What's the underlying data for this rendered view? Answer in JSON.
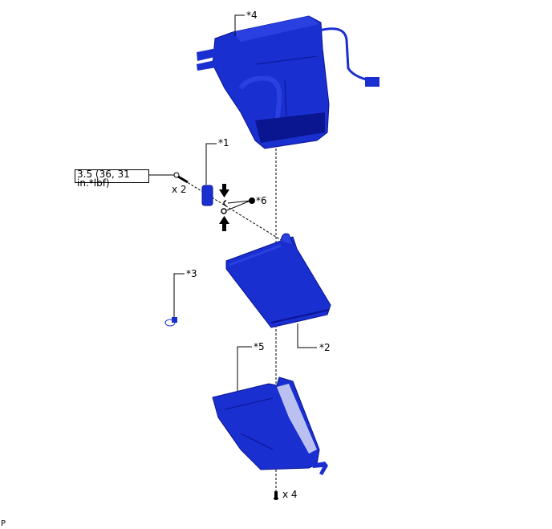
{
  "diagram": {
    "type": "exploded-parts-view",
    "colors": {
      "part": "#1a2fd0",
      "part_dark": "#0a1590",
      "line": "#000000"
    },
    "callouts": [
      {
        "id": "*4",
        "text": "*4"
      },
      {
        "id": "*1",
        "text": "*1"
      },
      {
        "id": "*6",
        "text": "*6"
      },
      {
        "id": "*3",
        "text": "*3"
      },
      {
        "id": "*2",
        "text": "*2"
      },
      {
        "id": "*5",
        "text": "*5"
      }
    ],
    "torque": {
      "line1": "3.5 (36, 31",
      "line2": "in.*lbf)"
    },
    "quantities": {
      "screw_top": "x 2",
      "screw_bottom": "x 4"
    },
    "corner_mark": "P"
  }
}
